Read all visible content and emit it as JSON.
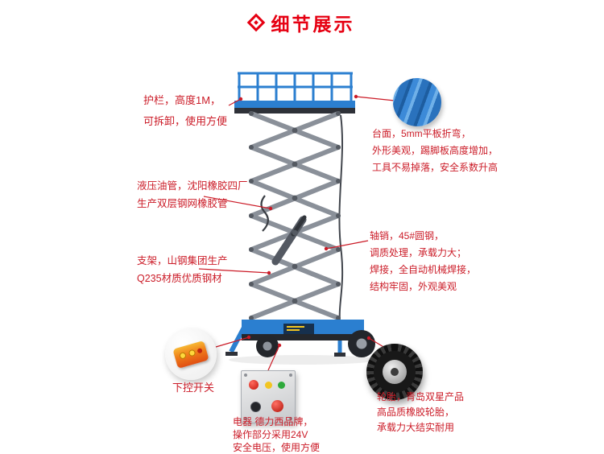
{
  "page": {
    "title": "细节展示"
  },
  "colors": {
    "title_red": "#e60012",
    "text_red": "#cb1b27",
    "lift_blue": "#2b7fd0",
    "arm_gray": "#8a9099"
  },
  "icons": {
    "title_icon": "diamond"
  },
  "callouts": {
    "guardrail": {
      "lines": [
        "护栏，高度1M，",
        "可拆卸，使用方便"
      ]
    },
    "platform": {
      "lines": [
        "台面，5mm平板折弯，",
        "外形美观，踢脚板高度增加，",
        "工具不易掉落，安全系数升高"
      ]
    },
    "hydraulic_hose": {
      "lines": [
        "液压油管，沈阳橡胶四厂",
        "生产双层钢网橡胶管"
      ]
    },
    "support_frame": {
      "lines": [
        "支架，山钢集团生产",
        "Q235材质优质钢材"
      ]
    },
    "axle_pin": {
      "lines": [
        "轴销，45#圆钢，",
        "调质处理，承载力大；",
        "焊接，全自动机械焊接，",
        "结构牢固，外观美观"
      ]
    },
    "lower_control_switch": {
      "label": "下控开关"
    },
    "electric": {
      "lines": [
        "电器 德力西品牌，",
        "操作部分采用24V",
        "安全电压，使用方便"
      ]
    },
    "tire": {
      "lines": [
        "轮胎，青岛双星产品",
        "高品质橡胶轮胎，",
        "承载力大结实耐用"
      ]
    }
  }
}
